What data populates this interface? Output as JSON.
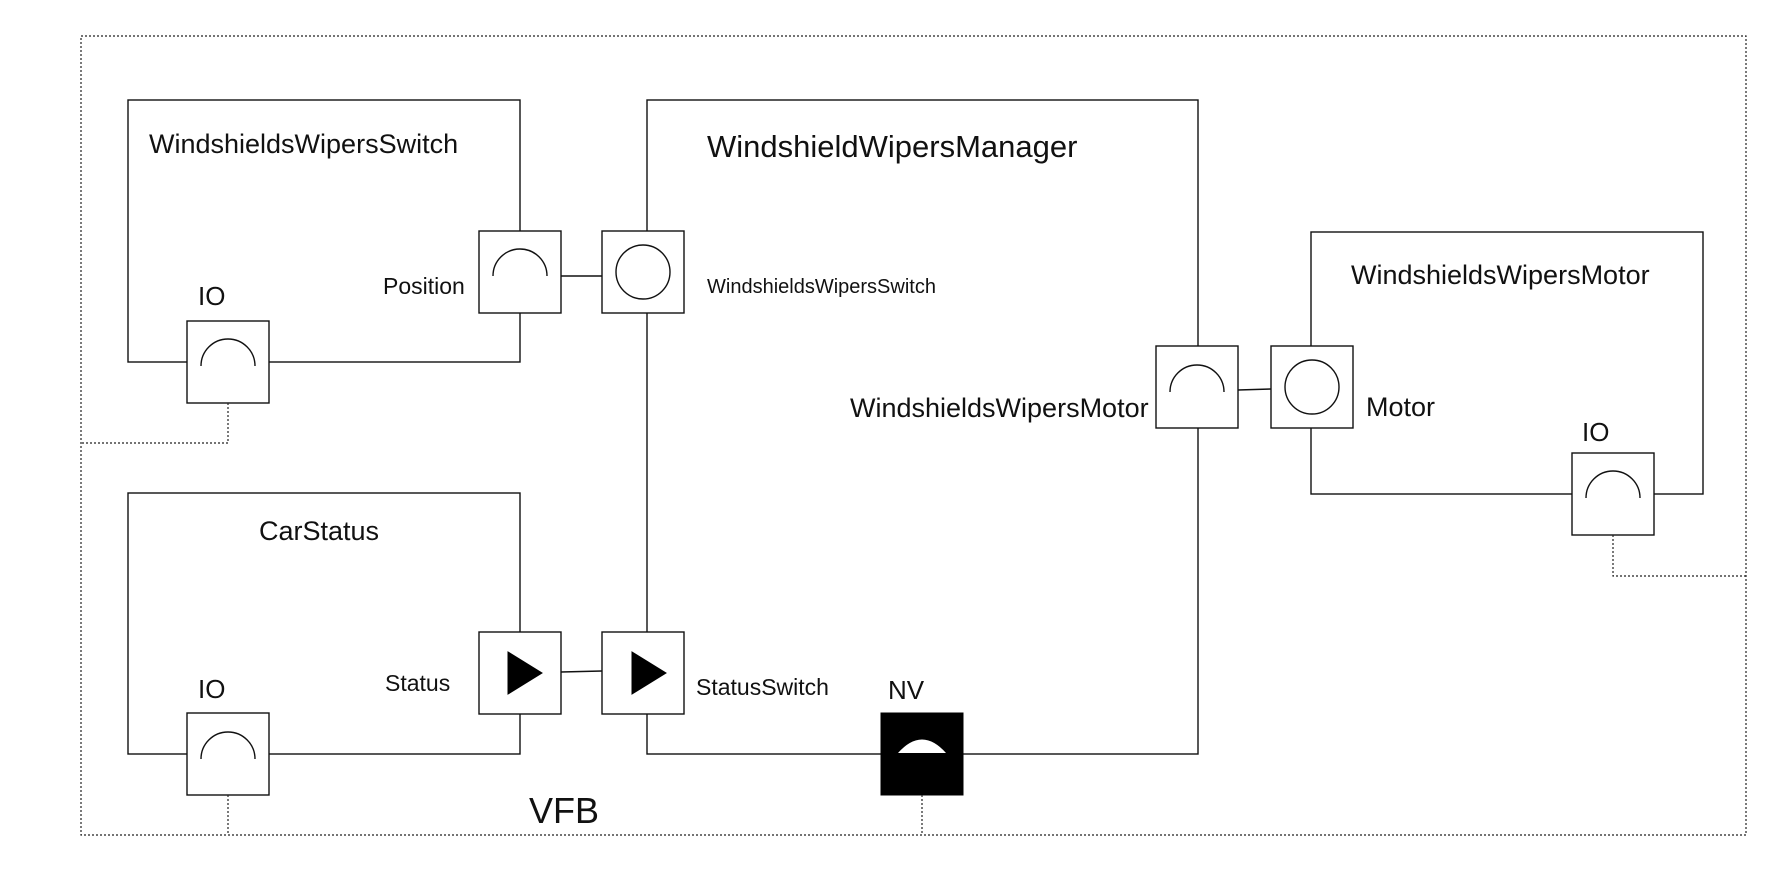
{
  "diagram": {
    "vfb_label": "VFB",
    "components": {
      "switch": {
        "name": "WindshieldsWipersSwitch",
        "io_label": "IO",
        "port_label": "Position"
      },
      "car_status": {
        "name": "CarStatus",
        "io_label": "IO",
        "port_label": "Status"
      },
      "manager": {
        "name": "WindshieldWipersManager",
        "switch_port_label": "WindshieldsWipersSwitch",
        "status_port_label": "StatusSwitch",
        "motor_port_label": "WindshieldsWipersMotor",
        "nv_label": "NV"
      },
      "motor": {
        "name": "WindshieldsWipersMotor",
        "io_label": "IO",
        "port_label": "Motor"
      }
    }
  }
}
